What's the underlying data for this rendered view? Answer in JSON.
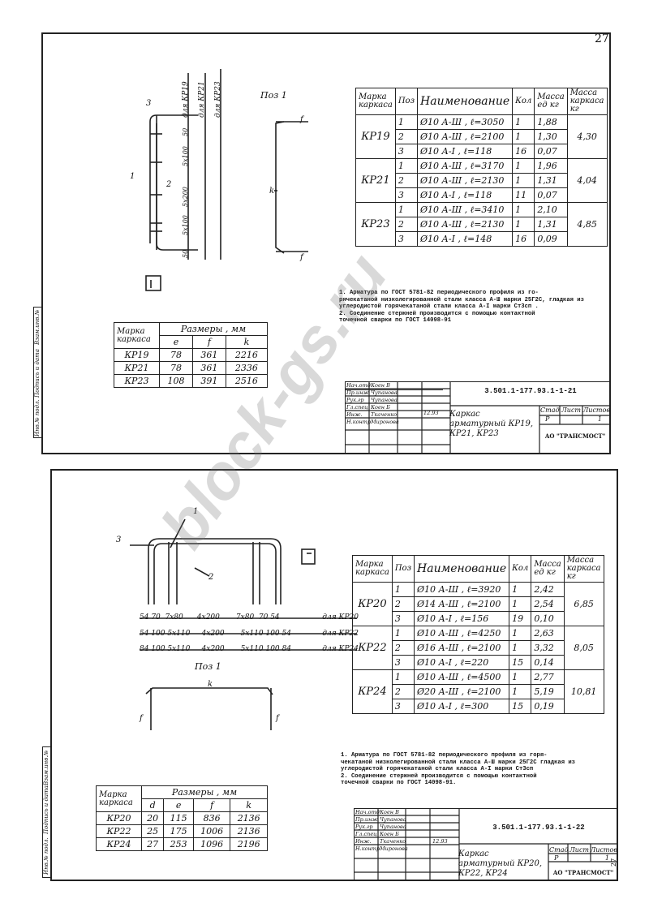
{
  "watermark": "block-gs.ru",
  "sheet1": {
    "page_number": "27",
    "pos_label": "Поз 1",
    "drawing_labels": {
      "b1": "1",
      "b2": "2",
      "b3": "3",
      "top": "f",
      "bot": "f",
      "k": "k"
    },
    "vertical_dims": [
      "для КР19",
      "для КР21",
      "для КР23"
    ],
    "vertical_seg_a": [
      "50",
      "5x100",
      "5x200",
      "5x100",
      "50"
    ],
    "spec_headers": [
      "Марка каркаса",
      "Поз",
      "Наименование",
      "Кол",
      "Масса ед кг",
      "Масса каркаса кг"
    ],
    "spec_rows": [
      {
        "mark": "КР19",
        "mass": "4,30",
        "items": [
          {
            "pos": "1",
            "name": "Ø10 А-Ш , ℓ=3050",
            "qty": "1",
            "unit": "1,88"
          },
          {
            "pos": "2",
            "name": "Ø10 А-Ш , ℓ=2100",
            "qty": "1",
            "unit": "1,30"
          },
          {
            "pos": "3",
            "name": "Ø10 А-I , ℓ=118",
            "qty": "16",
            "unit": "0,07"
          }
        ]
      },
      {
        "mark": "КР21",
        "mass": "4,04",
        "items": [
          {
            "pos": "1",
            "name": "Ø10 А-Ш , ℓ=3170",
            "qty": "1",
            "unit": "1,96"
          },
          {
            "pos": "2",
            "name": "Ø10 А-Ш , ℓ=2130",
            "qty": "1",
            "unit": "1,31"
          },
          {
            "pos": "3",
            "name": "Ø10 А-I , ℓ=118",
            "qty": "11",
            "unit": "0,07"
          }
        ]
      },
      {
        "mark": "КР23",
        "mass": "4,85",
        "items": [
          {
            "pos": "1",
            "name": "Ø10 А-Ш , ℓ=3410",
            "qty": "1",
            "unit": "2,10"
          },
          {
            "pos": "2",
            "name": "Ø10 А-Ш , ℓ=2130",
            "qty": "1",
            "unit": "1,31"
          },
          {
            "pos": "3",
            "name": "Ø10 А-I , ℓ=148",
            "qty": "16",
            "unit": "0,09"
          }
        ]
      }
    ],
    "notes": [
      "1.  Арматура   по   ГОСТ   5781-82   периодического  профиля  из го-",
      "рячекатаной низколегированной стали класса А-Ш марки 25Г2С, гладкая из",
      "углеродистой горячекатаной стали класса А-I марки Ст3сп .",
      "2.  Соединение  стержней  производится  с  помощью  контактной",
      "точечной сварки по ГОСТ 14098-91"
    ],
    "dims_title": "Размеры , мм",
    "dims_headers": [
      "Марка каркаса",
      "e",
      "f",
      "k"
    ],
    "dims_rows": [
      [
        "КР19",
        "78",
        "361",
        "2216"
      ],
      [
        "КР21",
        "78",
        "361",
        "2336"
      ],
      [
        "КР23",
        "108",
        "391",
        "2516"
      ]
    ],
    "stamp": {
      "code": "3.501.1-177.93.1-1-21",
      "title": "Каркас арматурный КР19, КР21, КР23",
      "stage_h": "Стад",
      "sheet_h": "Лист",
      "sheets_h": "Листов",
      "stage": "Р",
      "sheet": "",
      "sheets": "1",
      "org": "АО \"ТРАНСМОСТ\"",
      "people": [
        [
          "Нач.отд",
          "Коен В"
        ],
        [
          "Пр.инж",
          "Чупанова"
        ],
        [
          "Рук.гр",
          "Чупанова"
        ],
        [
          "Гл.спец",
          "Коен Б"
        ],
        [
          "Инж.",
          "Ткаченко"
        ],
        [
          "Н.контр",
          "Миронова"
        ]
      ],
      "date": "12.93"
    },
    "side": [
      "Инв.№ подл.",
      "Подпись и дата",
      "Взам.инв.№"
    ]
  },
  "sheet2": {
    "pos_label": "Поз 1",
    "drawing_labels": {
      "b1": "1",
      "b2": "2",
      "b3": "3",
      "top": "f",
      "bot": "f",
      "k": "k"
    },
    "horizontal_dims": [
      {
        "row": "54 70  7x80      4x200       7x80  70 54",
        "mark": "для КР20"
      },
      {
        "row": "54 100 5x110     4x200       5x110 100 54",
        "mark": "для КР22"
      },
      {
        "row": "84 100 5x110     4x200       5x110 100 84",
        "mark": "для КР24"
      }
    ],
    "spec_headers": [
      "Марка каркаса",
      "Поз",
      "Наименование",
      "Кол",
      "Масса ед кг",
      "Масса каркаса кг"
    ],
    "spec_rows": [
      {
        "mark": "КР20",
        "mass": "6,85",
        "items": [
          {
            "pos": "1",
            "name": "Ø10 А-Ш , ℓ=3920",
            "qty": "1",
            "unit": "2,42"
          },
          {
            "pos": "2",
            "name": "Ø14 А-Ш , ℓ=2100",
            "qty": "1",
            "unit": "2,54"
          },
          {
            "pos": "3",
            "name": "Ø10 А-I , ℓ=156",
            "qty": "19",
            "unit": "0,10"
          }
        ]
      },
      {
        "mark": "КР22",
        "mass": "8,05",
        "items": [
          {
            "pos": "1",
            "name": "Ø10 А-Ш , ℓ=4250",
            "qty": "1",
            "unit": "2,63"
          },
          {
            "pos": "2",
            "name": "Ø16 А-Ш , ℓ=2100",
            "qty": "1",
            "unit": "3,32"
          },
          {
            "pos": "3",
            "name": "Ø10 А-I , ℓ=220",
            "qty": "15",
            "unit": "0,14"
          }
        ]
      },
      {
        "mark": "КР24",
        "mass": "10,81",
        "items": [
          {
            "pos": "1",
            "name": "Ø10 А-Ш , ℓ=4500",
            "qty": "1",
            "unit": "2,77"
          },
          {
            "pos": "2",
            "name": "Ø20 А-Ш , ℓ=2100",
            "qty": "1",
            "unit": "5,19"
          },
          {
            "pos": "3",
            "name": "Ø10 А-I , ℓ=300",
            "qty": "15",
            "unit": "0,19"
          }
        ]
      }
    ],
    "notes": [
      "1.  Арматура   по   ГОСТ   5781-82   периодического   профиля  из горя-",
      "чекатаной низколегированной стали класса А-Ш марки 25Г2С гладкая из",
      "углеродистой горячекатаной стали класса А-I марки Ст3сп",
      "2.  Соединение  стержней  производится  с  помощью  контактной",
      "точечной сварки по ГОСТ 14098-91."
    ],
    "dims_title": "Размеры , мм",
    "dims_headers": [
      "Марка каркаса",
      "d",
      "e",
      "f",
      "k"
    ],
    "dims_rows": [
      [
        "КР20",
        "20",
        "115",
        "836",
        "2136"
      ],
      [
        "КР22",
        "25",
        "175",
        "1006",
        "2136"
      ],
      [
        "КР24",
        "27",
        "253",
        "1096",
        "2196"
      ]
    ],
    "stamp": {
      "code": "3.501.1-177.93.1-1-22",
      "title": "Каркас арматурный КР20, КР22, КР24",
      "stage_h": "Стад",
      "sheet_h": "Лист",
      "sheets_h": "Листов",
      "stage": "Р",
      "sheet": "",
      "sheets": "1",
      "org": "АО \"ТРАНСМОСТ\"",
      "people": [
        [
          "Нач.отд",
          "Коен В"
        ],
        [
          "Пр.инж",
          "Чупанова"
        ],
        [
          "Рук.гр",
          "Чупанова"
        ],
        [
          "Гл.спец",
          "Коен Б"
        ],
        [
          "Инж.",
          "Ткаченко"
        ],
        [
          "Н.контр",
          "Миронова"
        ]
      ],
      "date": "12.93"
    },
    "side": [
      "Инв.№ подл.",
      "Подпись и дата",
      "Взам.инв.№"
    ],
    "page_number": "27"
  }
}
